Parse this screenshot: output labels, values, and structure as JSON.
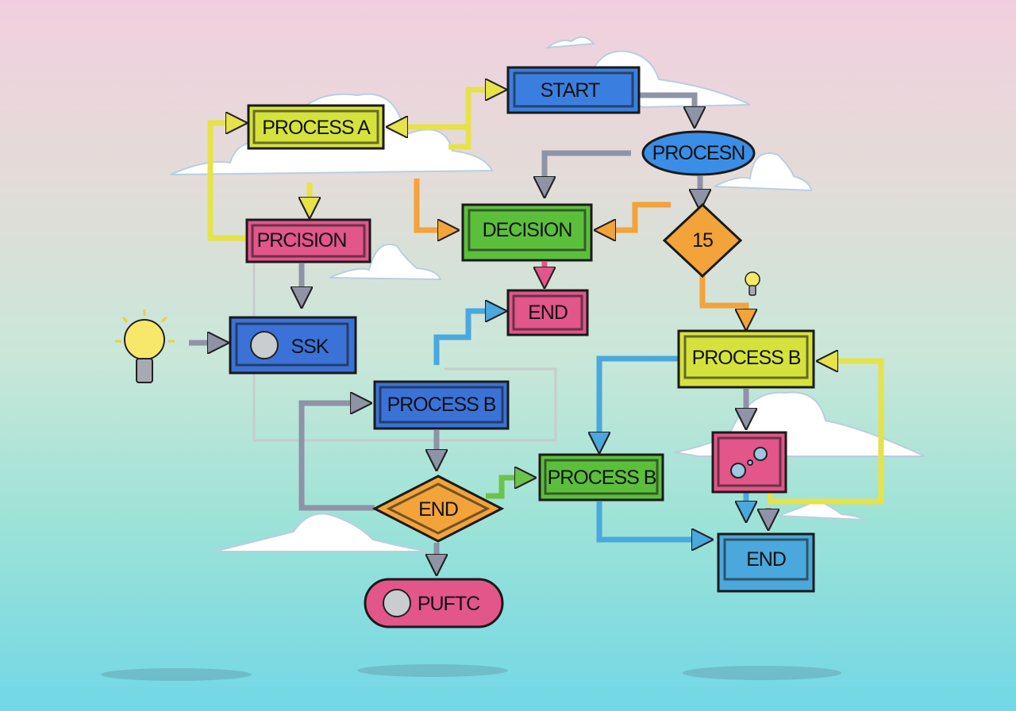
{
  "nodes": {
    "start": "START",
    "process_a": "PROCESS A",
    "procesn": "PROCESN",
    "decision": "DECISION",
    "prcision": "PRCISION",
    "diamond_15": "15",
    "end_pink": "END",
    "ssk": "SSK",
    "process_b_yellow": "PROCESS B",
    "process_b_blue": "PROCESS B",
    "end_diamond": "END",
    "process_b_green": "PROCESS B",
    "end_blue": "END",
    "puftc": "PUFTC"
  },
  "colors": {
    "blue": "#3a7fe0",
    "yellow": "#d6e23c",
    "green": "#5cbf3c",
    "pink": "#e2568a",
    "orange": "#f2a33a",
    "lightblue": "#4aa8dc",
    "gray": "#8e93a6"
  },
  "icons": [
    "lightbulb-icon",
    "gears-icon",
    "gear-icon",
    "people-icon"
  ]
}
